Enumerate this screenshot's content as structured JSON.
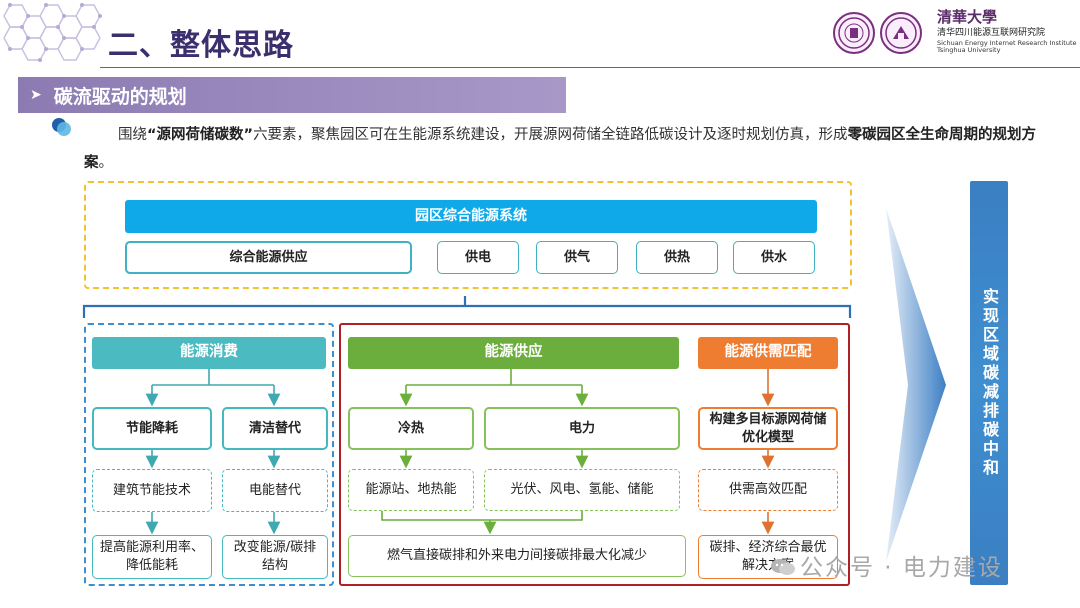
{
  "header": {
    "title": "二、整体思路",
    "org_calligraphy": "清華大學",
    "org_name_cn": "清华四川能源互联网研究院",
    "org_name_en_1": "Sichuan Energy Internet Research Institute",
    "org_name_en_2": "Tsinghua University"
  },
  "section": {
    "title": "碳流驱动的规划"
  },
  "intro": {
    "part1": "围绕",
    "quote_open": "“",
    "emphasis1": "源网荷储碳数",
    "quote_close": "”",
    "part2": "六要素，聚焦园区可在生能源系统建设，开展源网荷储全链路低碳设计及逐时规划仿真，形成",
    "emphasis2": "零碳园区全生命周期的规划方案",
    "end": "。"
  },
  "top": {
    "system": "园区综合能源系统",
    "supply_label": "综合能源供应",
    "items": [
      "供电",
      "供气",
      "供热",
      "供水"
    ]
  },
  "consume": {
    "header": "能源消费",
    "col1": {
      "title": "节能降耗",
      "tech": "建筑节能技术",
      "result": "提高能源利用率、降低能耗"
    },
    "col2": {
      "title": "清洁替代",
      "tech": "电能替代",
      "result": "改变能源/碳排结构"
    }
  },
  "supply": {
    "header": "能源供应",
    "col1": {
      "title": "冷热",
      "tech": "能源站、地热能"
    },
    "col2": {
      "title": "电力",
      "tech": "光伏、风电、氢能、储能"
    },
    "result": "燃气直接碳排和外来电力间接碳排最大化减少"
  },
  "match": {
    "header": "能源供需匹配",
    "model": "构建多目标源网荷储优化模型",
    "tech": "供需高效匹配",
    "result": "碳排、经济综合最优解决方案"
  },
  "goal": "实现区域碳减排碳中和",
  "watermark": "公众号 · 电力建设",
  "colors": {
    "title": "#3c2f6e",
    "section_bar": "#9a89bf",
    "blue": "#10a7e8",
    "teal": "#45b8c0",
    "green": "#6aae3c",
    "orange": "#ee7d31",
    "red_frame": "#b01f24",
    "side_bar": "#3d86c8"
  }
}
